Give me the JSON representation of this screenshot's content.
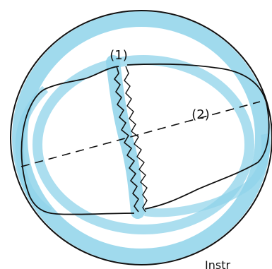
{
  "colors": {
    "wash": "#8fd3ea",
    "wash_dark": "#6cc4e2",
    "ink": "#111111"
  },
  "labels": {
    "divider_marker": "(1)",
    "axis_marker": "(2)",
    "corner_text": "Instr"
  }
}
